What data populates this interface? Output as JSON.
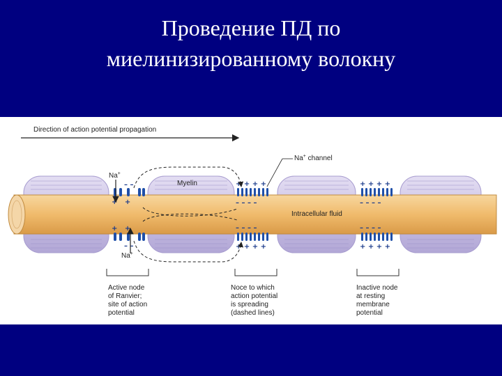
{
  "slide": {
    "title_line1": "Проведение ПД по",
    "title_line2": "миелинизированному волокну"
  },
  "diagram": {
    "direction_label": "Direction of action potential propagation",
    "na_channel_label": "Na",
    "na_channel_sup": "+",
    "na_channel_suffix": " channel",
    "myelin_label": "Myelin",
    "intracellular_label": "Intracellular fluid",
    "na_top": "Na",
    "na_bottom": "Na",
    "na_sup": "+",
    "captions": [
      [
        "Active node",
        "of Ranvier;",
        "site of action",
        "potential"
      ],
      [
        "Noce to which",
        "action potential",
        "is spreading",
        "(dashed lines)"
      ],
      [
        "Inactive node",
        "at resting",
        "membrane",
        "potential"
      ]
    ],
    "colors": {
      "background": "#000080",
      "axon": "#f2c27a",
      "myelin": "#cdc6e6",
      "channel": "#1f4fa8"
    }
  }
}
